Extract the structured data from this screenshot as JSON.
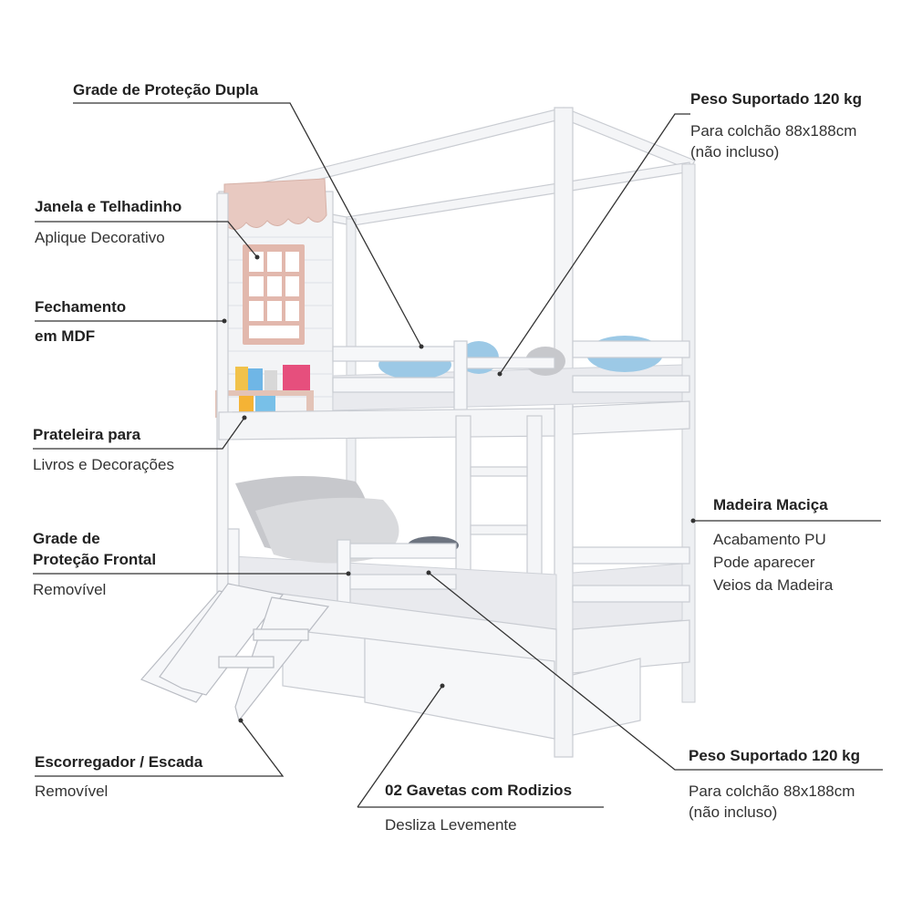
{
  "callouts": {
    "grade_dupla": {
      "title": "Grade de Proteção Dupla"
    },
    "peso_top": {
      "title": "Peso Suportado 120 kg",
      "line1": "Para colchão 88x188cm",
      "line2": "(não incluso)"
    },
    "janela": {
      "title": "Janela e Telhadinho",
      "sub": "Aplique Decorativo"
    },
    "fechamento": {
      "title1": "Fechamento",
      "title2": "em MDF"
    },
    "prateleira": {
      "title": "Prateleira para",
      "sub": "Livros e Decorações"
    },
    "madeira": {
      "title": "Madeira Maciça",
      "line1": "Acabamento PU",
      "line2": "Pode aparecer",
      "line3": "Veios da Madeira"
    },
    "grade_frontal": {
      "title1": "Grade de",
      "title2": "Proteção Frontal",
      "sub": "Removível"
    },
    "escorregador": {
      "title": "Escorregador / Escada",
      "sub": "Removível"
    },
    "gavetas": {
      "title": "02 Gavetas com Rodizios",
      "sub": "Desliza Levemente"
    },
    "peso_bottom": {
      "title": "Peso Suportado 120 kg",
      "line1": "Para colchão 88x188cm",
      "line2": "(não incluso)"
    }
  },
  "colors": {
    "frame": "#f4f5f7",
    "frame_edge": "#c9ccd2",
    "roof_pink": "#e8c9c1",
    "window_pink": "#e2b8ad",
    "shelf_pink": "#e3c3b7",
    "leader_line": "#333333",
    "pillow_blue": "#9cc9e6",
    "pillow_gray": "#c7c8cc"
  }
}
